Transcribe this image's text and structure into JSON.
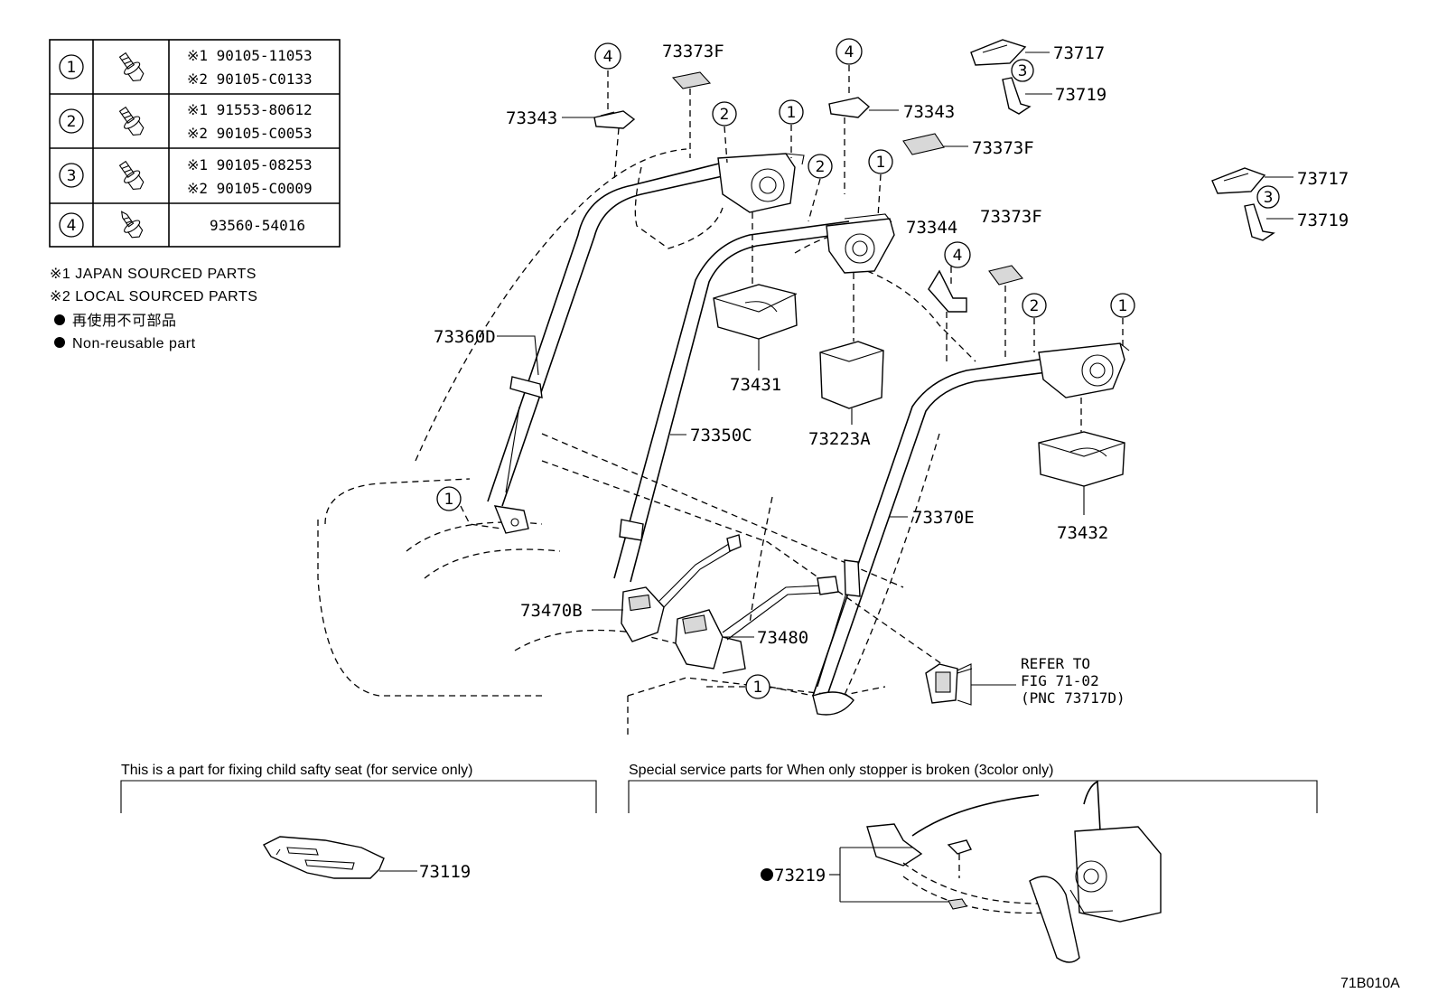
{
  "fastener_table": [
    {
      "ref": "1",
      "icon": "bolt-with-washer-icon",
      "codes": [
        "※1  90105-11053",
        "※2  90105-C0133"
      ]
    },
    {
      "ref": "2",
      "icon": "bolt-with-washer-icon",
      "codes": [
        "※1  91553-80612",
        "※2  90105-C0053"
      ]
    },
    {
      "ref": "3",
      "icon": "bolt-with-washer-icon",
      "codes": [
        "※1  90105-08253",
        "※2  90105-C0009"
      ]
    },
    {
      "ref": "4",
      "icon": "tapping-screw-icon",
      "codes": [
        "93560-54016"
      ]
    }
  ],
  "legend": {
    "note1": "※1  JAPAN SOURCED PARTS",
    "note2": "※2  LOCAL SOURCED PARTS",
    "non_reusable_jp": "再使用不可部品",
    "non_reusable_en": "Non-reusable part"
  },
  "parts": {
    "p73373F_a": "73373F",
    "p73343_a": "73343",
    "p73343_b": "73343",
    "p73717_a": "73717",
    "p73719_a": "73719",
    "p73373F_b": "73373F",
    "p73717_b": "73717",
    "p73719_b": "73719",
    "p73344": "73344",
    "p73373F_c": "73373F",
    "p73360D": "73360D",
    "p73431": "73431",
    "p73223A": "73223A",
    "p73350C": "73350C",
    "p73370E": "73370E",
    "p73432": "73432",
    "p73470B": "73470B",
    "p73480": "73480",
    "p73119": "73119",
    "p73219": "73219"
  },
  "refs": {
    "c4a": "4",
    "c4b": "4",
    "c4c": "4",
    "c3a": "3",
    "c3b": "3",
    "c2a": "2",
    "c2b": "2",
    "c2c": "2",
    "c1a": "1",
    "c1b": "1",
    "c1c": "1",
    "c1d": "1",
    "c1e": "1"
  },
  "refer": {
    "line1": "REFER TO",
    "line2": "FIG 71-02",
    "line3": "(PNC 73717D)"
  },
  "boxes": {
    "child_seat_caption": "This is a part for fixing child safty seat (for service only)",
    "stopper_caption": "Special service parts for When only stopper is broken (3color only)"
  },
  "figure_code": "71B010A"
}
